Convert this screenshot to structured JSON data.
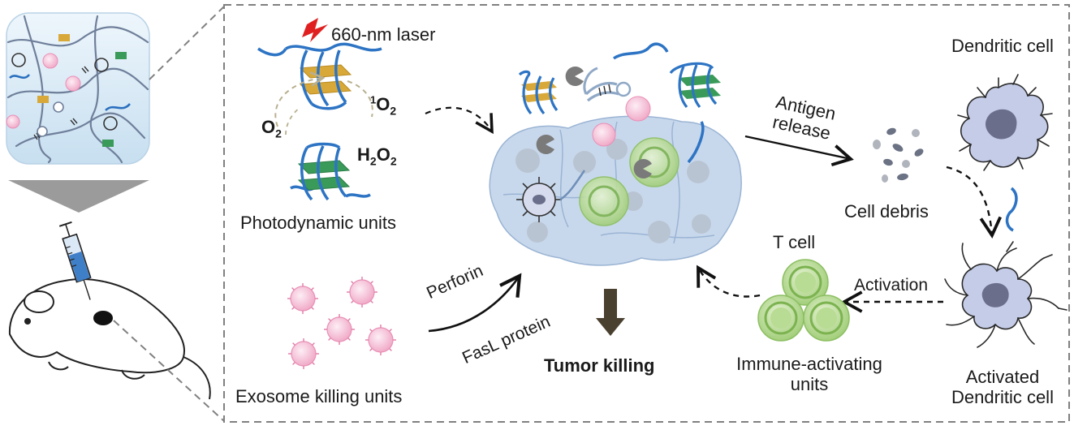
{
  "labels": {
    "laser": "660-nm laser",
    "singlet_oxygen_sup": "1",
    "singlet_oxygen_base": "O",
    "singlet_oxygen_sub": "2",
    "oxygen_base": "O",
    "oxygen_sub": "2",
    "peroxide_h": "H",
    "peroxide_h_sub": "2",
    "peroxide_o": "O",
    "peroxide_o_sub": "2",
    "photodynamic_units": "Photodynamic units",
    "exosome_killing_units": "Exosome killing units",
    "perforin": "Perforin",
    "fasl_protein": "FasL protein",
    "tumor_killing": "Tumor killing",
    "antigen_release_line1": "Antigen",
    "antigen_release_line2": "release",
    "cell_debris": "Cell debris",
    "dendritic_cell": "Dendritic cell",
    "activated_line1": "Activated",
    "activated_line2": "Dendritic cell",
    "activation": "Activation",
    "t_cell": "T cell",
    "immune_line1": "Immune-activating",
    "immune_line2": "units"
  },
  "colors": {
    "dna_strand": "#2d74c4",
    "g4_gold": "#d8a838",
    "g4_green": "#3a9a5a",
    "exosome_pink": "#f2b8d0",
    "tumor_blue": "#c8d8ec",
    "t_cell_green": "#a8d080",
    "dendritic_purple": "#c4cce8",
    "laser_red": "#e02020",
    "dashed_border": "#808080"
  }
}
